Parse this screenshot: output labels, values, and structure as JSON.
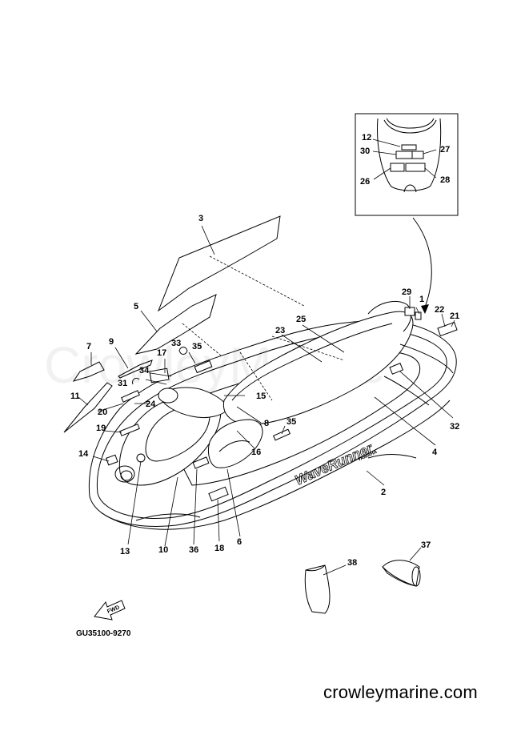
{
  "watermark": "CrowleyMarine",
  "part_code": "GU35100-9270",
  "site_credit": "crowleymarine.com",
  "hull_brand_text": "WaveRunner",
  "hull_logo_text": "YAMAHA",
  "fwd_label": "FWD",
  "callouts": {
    "c1": "1",
    "c2": "2",
    "c3": "3",
    "c4": "4",
    "c5": "5",
    "c6": "6",
    "c7": "7",
    "c8": "8",
    "c9": "9",
    "c10": "10",
    "c11": "11",
    "c12": "12",
    "c13": "13",
    "c14": "14",
    "c15": "15",
    "c16": "16",
    "c17": "17",
    "c18": "18",
    "c19": "19",
    "c20": "20",
    "c21": "21",
    "c22": "22",
    "c23": "23",
    "c24": "24",
    "c25": "25",
    "c26": "26",
    "c27": "27",
    "c28": "28",
    "c29": "29",
    "c30": "30",
    "c31": "31",
    "c32": "32",
    "c33": "33",
    "c34": "34",
    "c35a": "35",
    "c35b": "35",
    "c36": "36",
    "c37": "37",
    "c38": "38"
  }
}
